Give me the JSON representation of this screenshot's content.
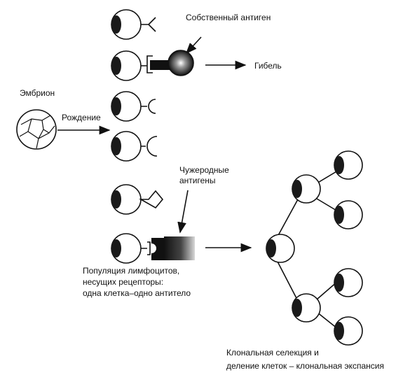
{
  "labels": {
    "self_antigen": "Собственный антиген",
    "death": "Гибель",
    "embryo": "Эмбрион",
    "birth": "Рождение",
    "foreign_antigens": [
      "Чужеродные",
      "антигены"
    ],
    "population": [
      "Популяция лимфоцитов,",
      "несущих рецепторы:",
      "одна клетка–одно антитело"
    ],
    "clonal": [
      "Клональная селекция и",
      "деление клеток – клональная экспансия"
    ]
  },
  "receptor_types": [
    "y-fork",
    "blocked-square",
    "cup",
    "cup-wide",
    "diamond",
    "notch"
  ]
}
